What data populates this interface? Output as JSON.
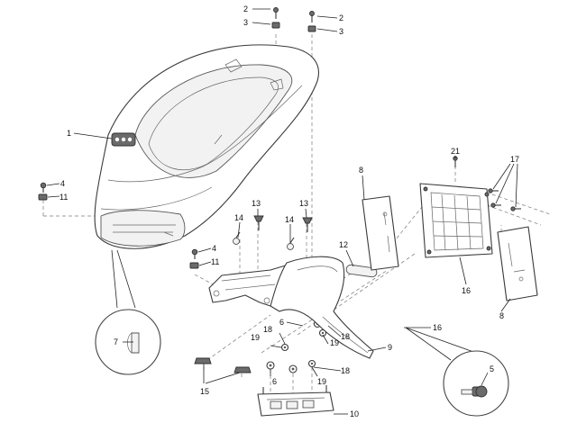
{
  "callouts": [
    {
      "id": "c2a",
      "text": "2"
    },
    {
      "id": "c3a",
      "text": "3"
    },
    {
      "id": "c2b",
      "text": "2"
    },
    {
      "id": "c3b",
      "text": "3"
    },
    {
      "id": "c1",
      "text": "1"
    },
    {
      "id": "c4a",
      "text": "4"
    },
    {
      "id": "c11a",
      "text": "11"
    },
    {
      "id": "c13a",
      "text": "13"
    },
    {
      "id": "c13b",
      "text": "13"
    },
    {
      "id": "c14a",
      "text": "14"
    },
    {
      "id": "c14b",
      "text": "14"
    },
    {
      "id": "c4b",
      "text": "4"
    },
    {
      "id": "c11b",
      "text": "11"
    },
    {
      "id": "c8a",
      "text": "8"
    },
    {
      "id": "c12",
      "text": "12"
    },
    {
      "id": "c21",
      "text": "21"
    },
    {
      "id": "c17",
      "text": "17"
    },
    {
      "id": "c16a",
      "text": "16"
    },
    {
      "id": "c8b",
      "text": "8"
    },
    {
      "id": "c6a",
      "text": "6"
    },
    {
      "id": "c18a",
      "text": "18"
    },
    {
      "id": "c19a",
      "text": "19"
    },
    {
      "id": "c18b",
      "text": "18"
    },
    {
      "id": "c19b",
      "text": "19"
    },
    {
      "id": "c16b",
      "text": "16"
    },
    {
      "id": "c9",
      "text": "9"
    },
    {
      "id": "c7",
      "text": "7"
    },
    {
      "id": "c6b",
      "text": "6"
    },
    {
      "id": "c18c",
      "text": "18"
    },
    {
      "id": "c19c",
      "text": "19"
    },
    {
      "id": "c15",
      "text": "15"
    },
    {
      "id": "c5",
      "text": "5"
    },
    {
      "id": "c10",
      "text": "10"
    }
  ]
}
